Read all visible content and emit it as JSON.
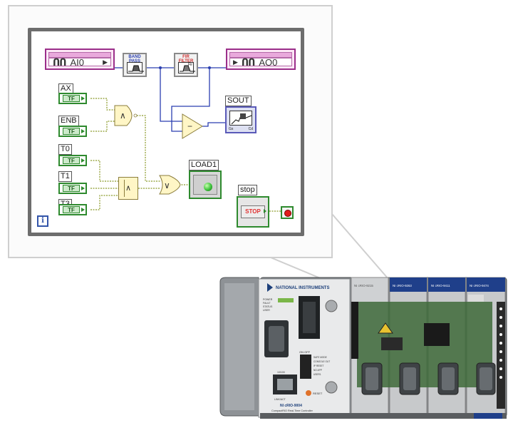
{
  "diagram": {
    "input_node": {
      "label": "AI0",
      "wave_glyph": "ՈՈ"
    },
    "output_node": {
      "label": "AO0",
      "wave_glyph": "ՈՈ"
    },
    "bandpass_vi": {
      "label": "BAND PASS"
    },
    "fir_vi": {
      "label": "FIR FILTER",
      "sub": "Fir"
    },
    "subtract_symbol": "−",
    "graph": {
      "label": "SOUT",
      "axis_left": "Gs",
      "axis_right": "Cd"
    },
    "controls": [
      {
        "label": "AX",
        "value": "TF"
      },
      {
        "label": "ENB",
        "value": "TF"
      },
      {
        "label": "T0",
        "value": "TF"
      },
      {
        "label": "T1",
        "value": "TF"
      },
      {
        "label": "T3",
        "value": "TF"
      }
    ],
    "and_symbol": "∧",
    "or_symbol": "∨",
    "compound_and_symbol": "∧",
    "indicator": {
      "label": "LOAD1"
    },
    "stop_control": {
      "label": "stop",
      "button_text": "STOP"
    },
    "iteration_terminal": "i"
  },
  "hardware": {
    "brand": "NATIONAL INSTRUMENTS",
    "controller_model": "NI cRIO-9004",
    "controller_subtitle": "CompactRIO Real-Time Controller",
    "modules": [
      "NI cRIO-9215",
      "NI cRIO-9263",
      "NI cRIO-9411",
      "NI cRIO-9474"
    ],
    "reset_label": "RESET",
    "status_labels": [
      "POWER",
      "FAULT",
      "STATUS",
      "USER"
    ],
    "switch_labels": [
      "SAFE MODE",
      "CONSOLE OUT",
      "IP RESET",
      "NO APP",
      "USER1"
    ],
    "switch_header": "ON OFF",
    "ethernet_label": "LINK/ACT",
    "speed_label": "10/100"
  },
  "colors": {
    "io_border": "#9b2f8a",
    "bool_wire": "#2e8a2e",
    "numeric_wire": "#2b3fb0",
    "bool_dotted": "#8b9a2a"
  }
}
